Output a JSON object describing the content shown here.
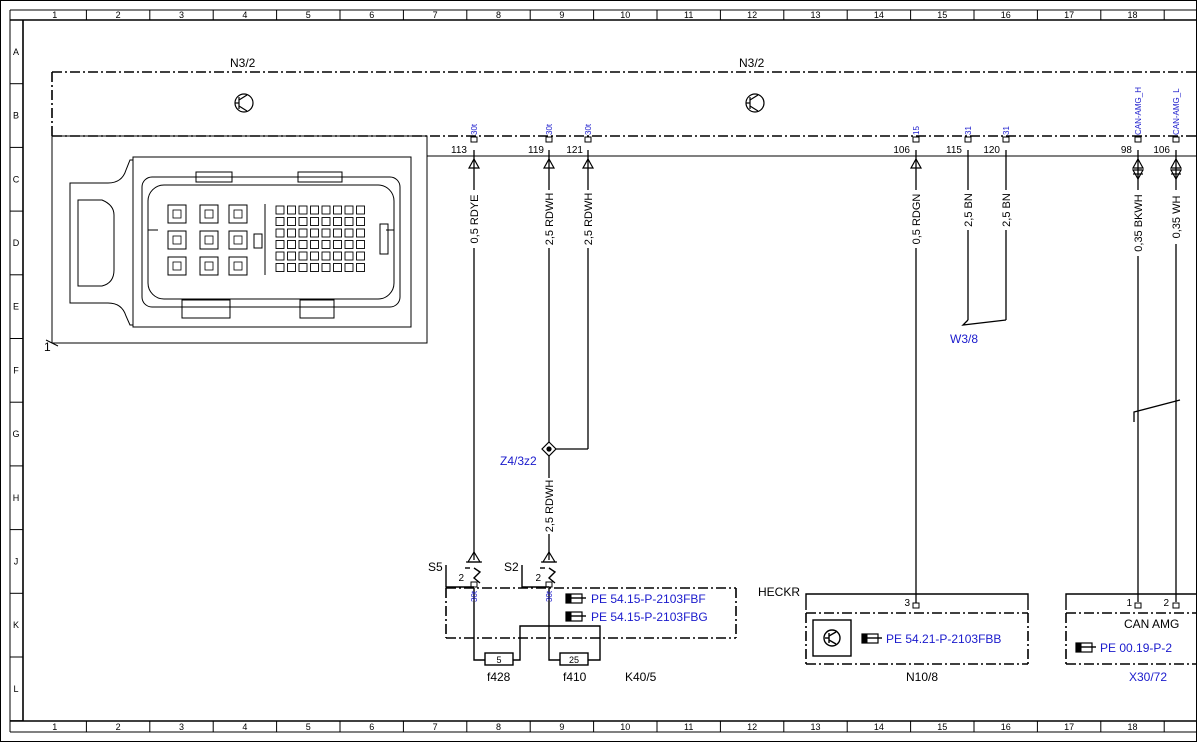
{
  "border": {
    "columns": [
      "1",
      "2",
      "3",
      "4",
      "5",
      "6",
      "7",
      "8",
      "9",
      "10",
      "11",
      "12",
      "13",
      "14",
      "15",
      "16",
      "17",
      "18"
    ],
    "rows": [
      "A",
      "B",
      "C",
      "D",
      "E",
      "F",
      "G",
      "H",
      "J",
      "K",
      "L"
    ]
  },
  "components": {
    "n32_left": "N3/2",
    "n32_center": "N3/2",
    "connector_pin": "1",
    "w38": "W3/8",
    "z43z2": "Z4/3z2",
    "s5": "S5",
    "s2": "S2",
    "f428": "f428",
    "f410": "f410",
    "k405": "K40/5",
    "heckr": "HECKR",
    "n108": "N10/8",
    "can_amg": "CAN AMG",
    "x3072": "X30/72"
  },
  "pins": {
    "p113": {
      "num": "113",
      "sig": "30t"
    },
    "p119": {
      "num": "119",
      "sig": "30t"
    },
    "p121": {
      "num": "121",
      "sig": "30t"
    },
    "p106a": {
      "num": "106",
      "sig": "15"
    },
    "p115": {
      "num": "115",
      "sig": "31"
    },
    "p120": {
      "num": "120",
      "sig": "31"
    },
    "p98": {
      "num": "98",
      "sig": "CAN-AMG_H"
    },
    "p106b": {
      "num": "106",
      "sig": "CAN-AMG_L"
    }
  },
  "wires": {
    "w113": "0,5 RDYE",
    "w119": "2,5 RDWH",
    "w121": "2,5 RDWH",
    "w106": "0,5 RDGN",
    "w115": "2,5 BN",
    "w120": "2,5 BN",
    "w98": "0,35 BKWH",
    "w106b": "0,35 WH",
    "wz4": "2,5 RDWH"
  },
  "k405": {
    "s5_pin": "2",
    "s2_pin": "2",
    "s5_sig": "30t",
    "s2_sig": "30t",
    "fuse_5": "5",
    "fuse_25": "25"
  },
  "n108": {
    "pin": "3"
  },
  "x3072": {
    "pin1": "1",
    "pin2": "2"
  },
  "refs": {
    "pe_fbf": "PE 54.15-P-2103FBF",
    "pe_fbg": "PE 54.15-P-2103FBG",
    "pe_fbb": "PE 54.21-P-2103FBB",
    "pe_0019": "PE 00.19-P-2"
  },
  "colors": {
    "line": "#000000",
    "link": "#1a1acc"
  }
}
